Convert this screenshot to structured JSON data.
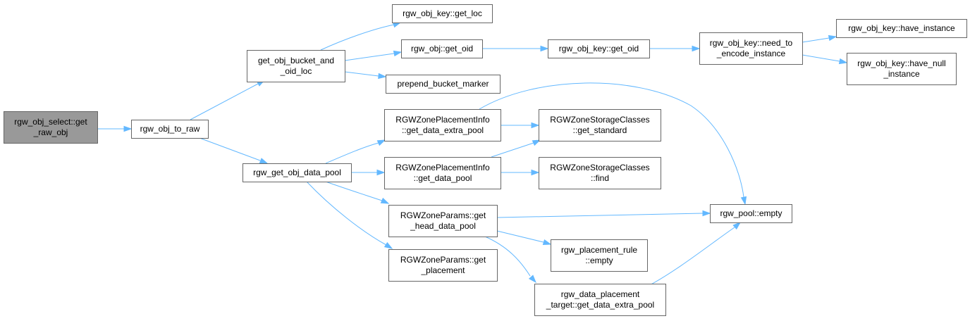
{
  "diagram": {
    "colors": {
      "edge": "#63b8ff",
      "node_border": "#666666",
      "root_fill": "#999999",
      "node_fill": "#ffffff"
    },
    "nodes": [
      {
        "id": "root",
        "lines": [
          "rgw_obj_select::get",
          "_raw_obj"
        ],
        "root": true
      },
      {
        "id": "to_raw",
        "lines": [
          "rgw_obj_to_raw"
        ]
      },
      {
        "id": "bucket_oid",
        "lines": [
          "get_obj_bucket_and",
          "_oid_loc"
        ]
      },
      {
        "id": "get_data_pool",
        "lines": [
          "rgw_get_obj_data_pool"
        ]
      },
      {
        "id": "key_get_loc",
        "lines": [
          "rgw_obj_key::get_loc"
        ]
      },
      {
        "id": "obj_get_oid",
        "lines": [
          "rgw_obj::get_oid"
        ]
      },
      {
        "id": "prepend",
        "lines": [
          "prepend_bucket_marker"
        ]
      },
      {
        "id": "zpi_extra",
        "lines": [
          "RGWZonePlacementInfo",
          "::get_data_extra_pool"
        ]
      },
      {
        "id": "zpi_data",
        "lines": [
          "RGWZonePlacementInfo",
          "::get_data_pool"
        ]
      },
      {
        "id": "zp_head",
        "lines": [
          "RGWZoneParams::get",
          "_head_data_pool"
        ]
      },
      {
        "id": "zp_placement",
        "lines": [
          "RGWZoneParams::get",
          "_placement"
        ]
      },
      {
        "id": "key_get_oid",
        "lines": [
          "rgw_obj_key::get_oid"
        ]
      },
      {
        "id": "zsc_std",
        "lines": [
          "RGWZoneStorageClasses",
          "::get_standard"
        ]
      },
      {
        "id": "zsc_find",
        "lines": [
          "RGWZoneStorageClasses",
          "::find"
        ]
      },
      {
        "id": "pr_empty",
        "lines": [
          "rgw_placement_rule",
          "::empty"
        ]
      },
      {
        "id": "dpt_extra",
        "lines": [
          "rgw_data_placement",
          "_target::get_data_extra_pool"
        ]
      },
      {
        "id": "need_encode",
        "lines": [
          "rgw_obj_key::need_to",
          "_encode_instance"
        ]
      },
      {
        "id": "pool_empty",
        "lines": [
          "rgw_pool::empty"
        ]
      },
      {
        "id": "have_inst",
        "lines": [
          "rgw_obj_key::have_instance"
        ]
      },
      {
        "id": "have_null",
        "lines": [
          "rgw_obj_key::have_null",
          "_instance"
        ]
      }
    ],
    "edges": [
      {
        "from": "root",
        "to": "to_raw"
      },
      {
        "from": "to_raw",
        "to": "bucket_oid"
      },
      {
        "from": "to_raw",
        "to": "get_data_pool"
      },
      {
        "from": "bucket_oid",
        "to": "key_get_loc"
      },
      {
        "from": "bucket_oid",
        "to": "obj_get_oid"
      },
      {
        "from": "bucket_oid",
        "to": "prepend"
      },
      {
        "from": "obj_get_oid",
        "to": "key_get_oid"
      },
      {
        "from": "key_get_oid",
        "to": "need_encode"
      },
      {
        "from": "need_encode",
        "to": "have_inst"
      },
      {
        "from": "need_encode",
        "to": "have_null"
      },
      {
        "from": "get_data_pool",
        "to": "zpi_extra"
      },
      {
        "from": "get_data_pool",
        "to": "zpi_data"
      },
      {
        "from": "get_data_pool",
        "to": "zp_head"
      },
      {
        "from": "get_data_pool",
        "to": "zp_placement"
      },
      {
        "from": "zpi_extra",
        "to": "zsc_std"
      },
      {
        "from": "zpi_extra",
        "to": "pool_empty"
      },
      {
        "from": "zpi_data",
        "to": "zsc_std"
      },
      {
        "from": "zpi_data",
        "to": "zsc_find"
      },
      {
        "from": "zp_head",
        "to": "pool_empty"
      },
      {
        "from": "zp_head",
        "to": "pr_empty"
      },
      {
        "from": "zp_head",
        "to": "dpt_extra"
      },
      {
        "from": "dpt_extra",
        "to": "pool_empty"
      }
    ]
  }
}
